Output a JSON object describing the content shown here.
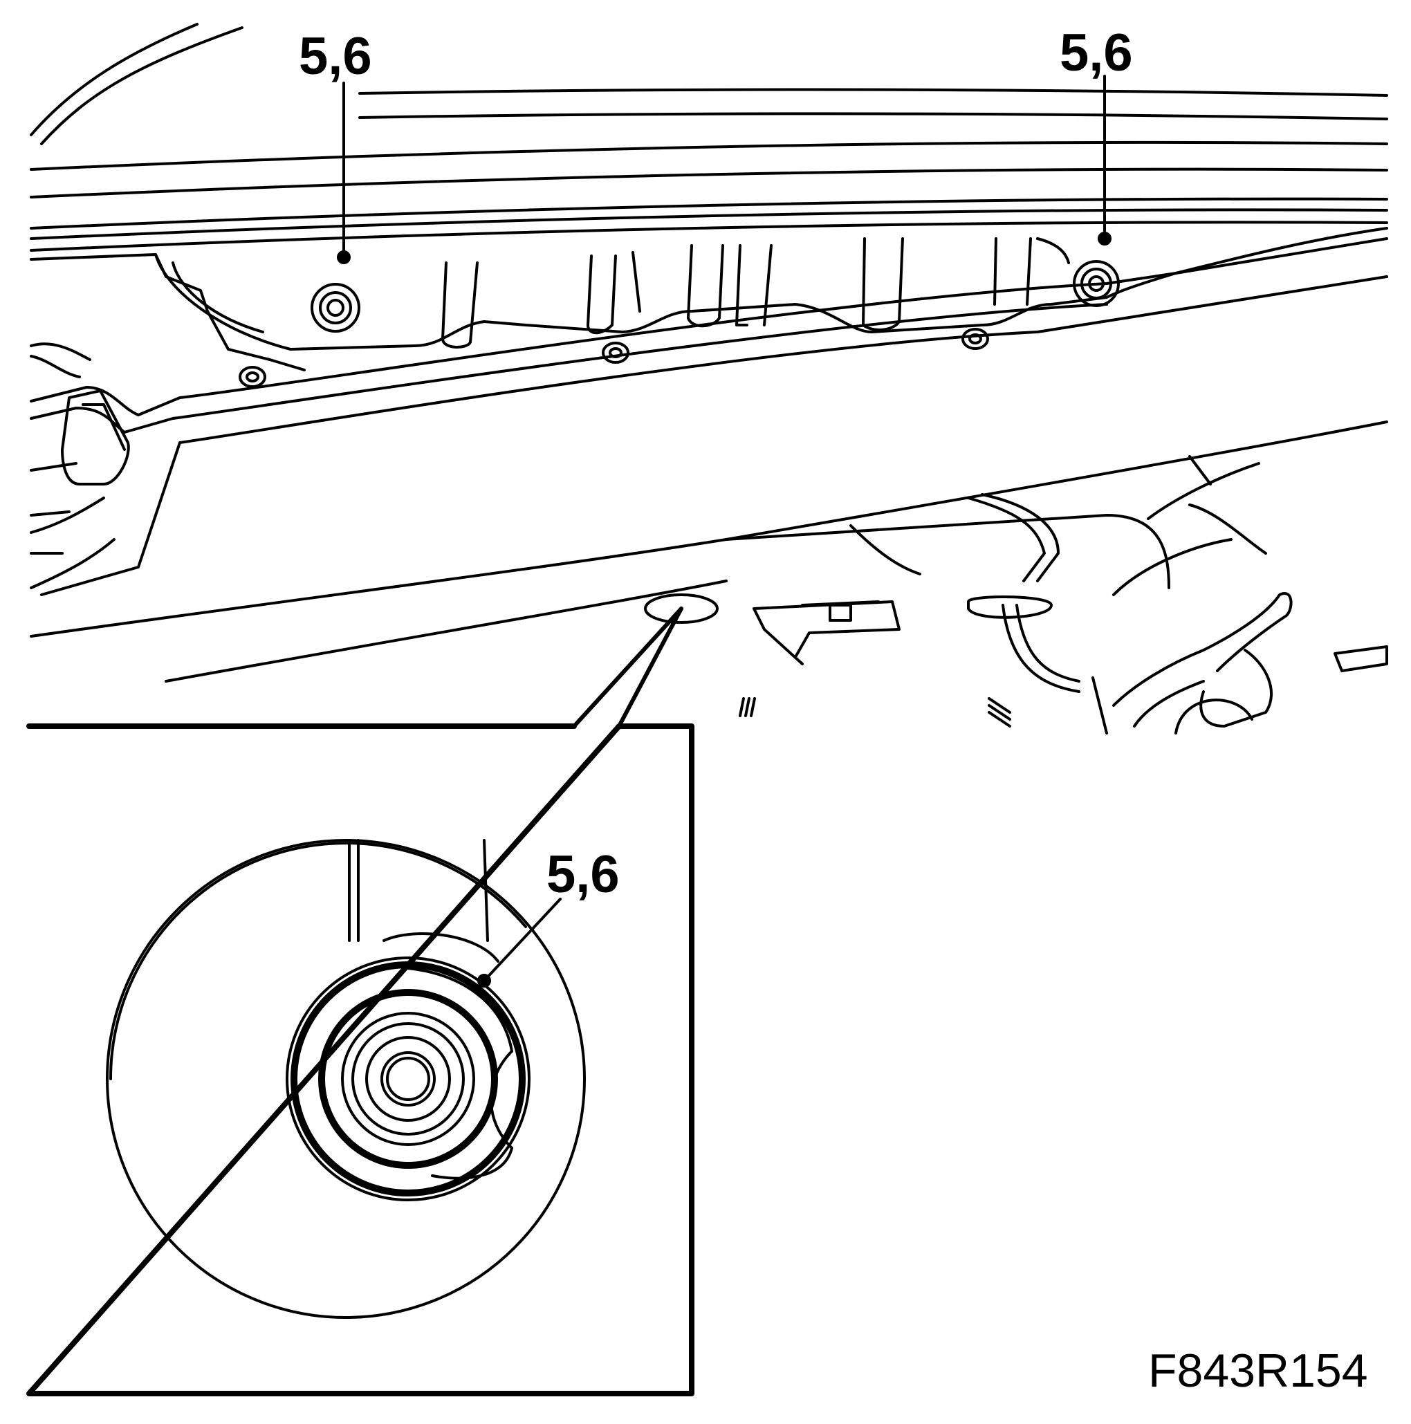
{
  "callouts": {
    "top_left": "5,6",
    "top_right": "5,6",
    "inset": "5,6"
  },
  "figure_id": "F843R154",
  "colors": {
    "ink": "#000000",
    "paper": "#ffffff"
  }
}
